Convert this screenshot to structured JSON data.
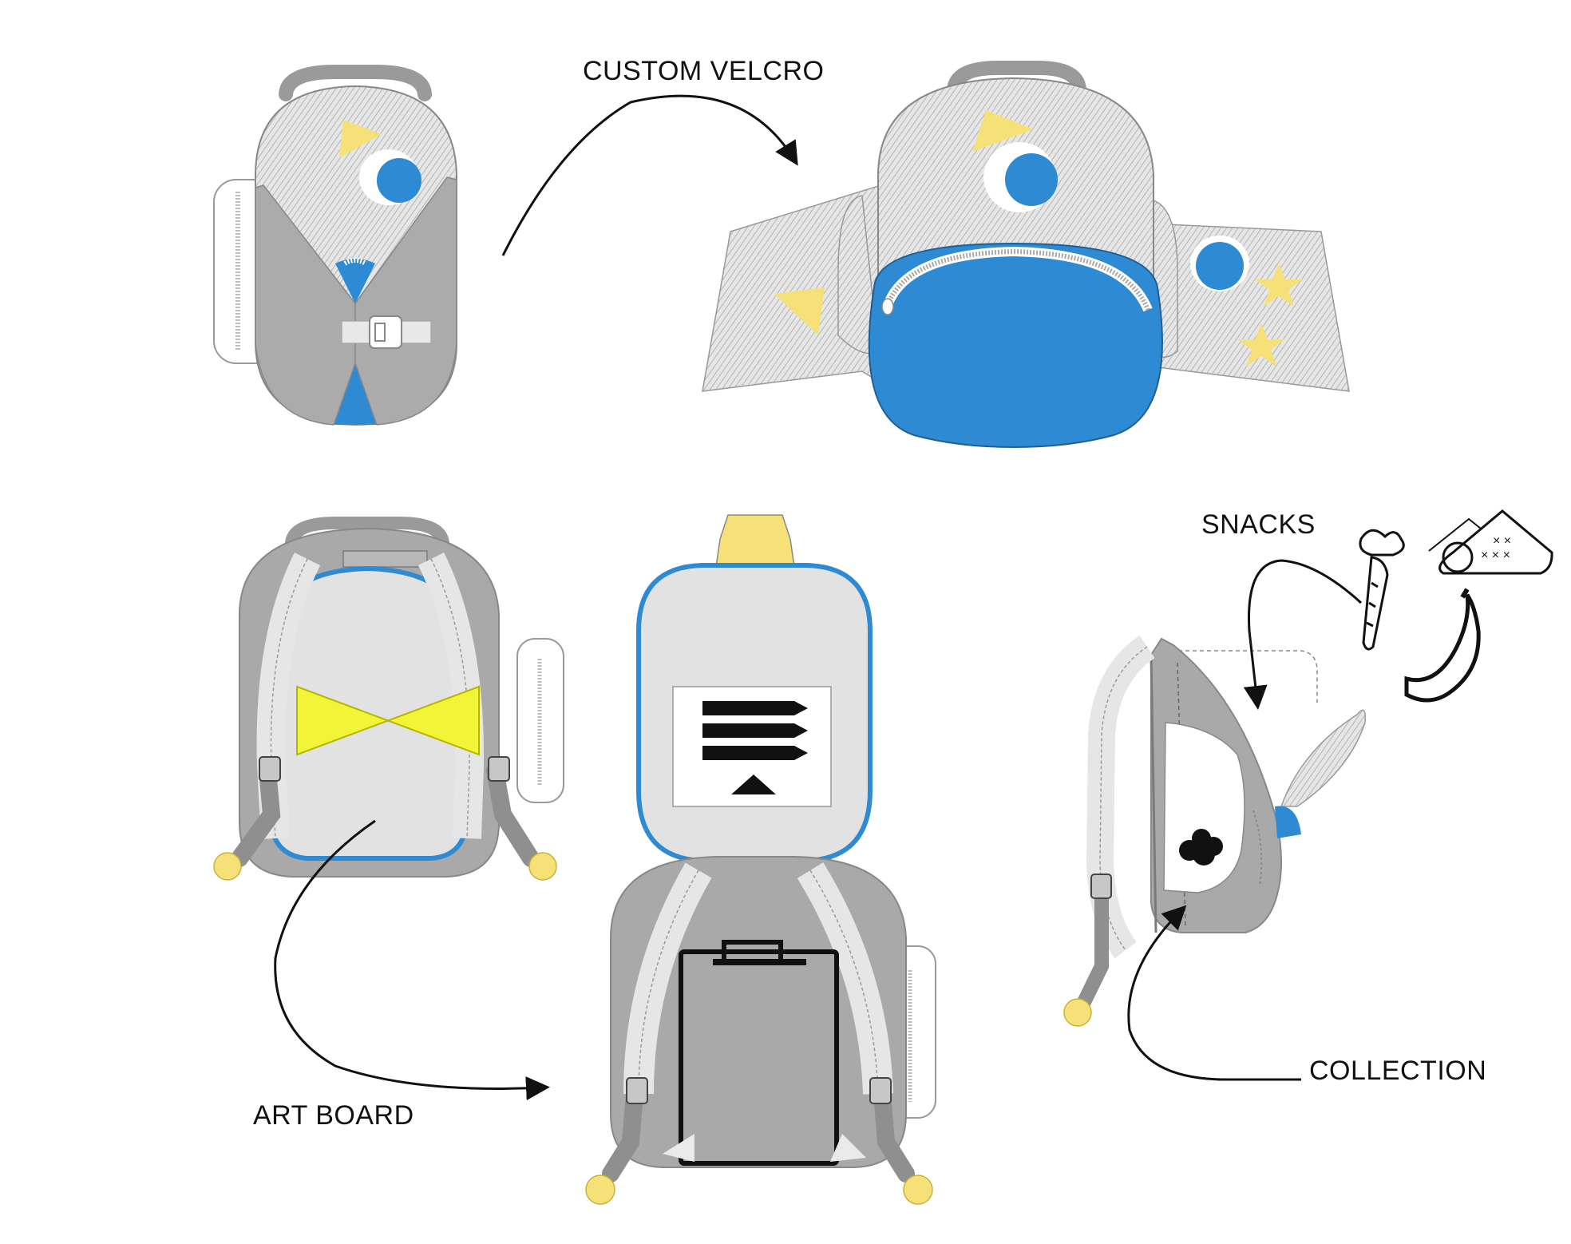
{
  "labels": {
    "custom_velcro": "CUSTOM VELCRO",
    "snacks": "SNACKS",
    "art_board": "ART BOARD",
    "collection": "COLLECTION"
  },
  "colors": {
    "body_gray": "#a9a9a9",
    "light_gray": "#e2e2e2",
    "hatch_gray": "#c9c9c9",
    "accent_blue": "#2e8bd3",
    "accent_yellow": "#f5e178",
    "neon_yellow": "#f2f537",
    "ink": "#111111"
  },
  "icons": [
    "carrot-icon",
    "sandwich-icon",
    "banana-icon",
    "pencils-icon",
    "clipboard-icon",
    "buckle-icon",
    "star-icon"
  ]
}
